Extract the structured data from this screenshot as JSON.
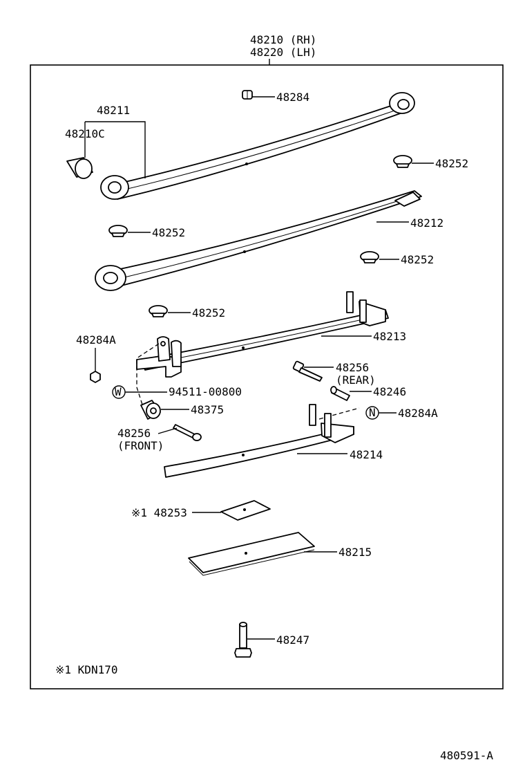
{
  "header": {
    "rh": "48210 (RH)",
    "lh": "48220 (LH)"
  },
  "labels": {
    "l48284": "48284",
    "l48211": "48211",
    "l48210c": "48210C",
    "l48252_a": "48252",
    "l48252_b": "48252",
    "l48212": "48212",
    "l48252_c": "48252",
    "l48252_d": "48252",
    "l48213": "48213",
    "l48284a_1": "48284A",
    "l48256_rear": "48256",
    "rear": "(REAR)",
    "l48246": "48246",
    "l94511": "94511-00800",
    "l48375": "48375",
    "l48284a_2": "48284A",
    "l48256_front": "48256",
    "front": "(FRONT)",
    "l48214": "48214",
    "l48253": "※1 48253",
    "l48215": "48215",
    "l48247": "48247"
  },
  "callouts": {
    "w": "W",
    "n": "N"
  },
  "footnote": "※1 KDN170",
  "code": "480591-A"
}
